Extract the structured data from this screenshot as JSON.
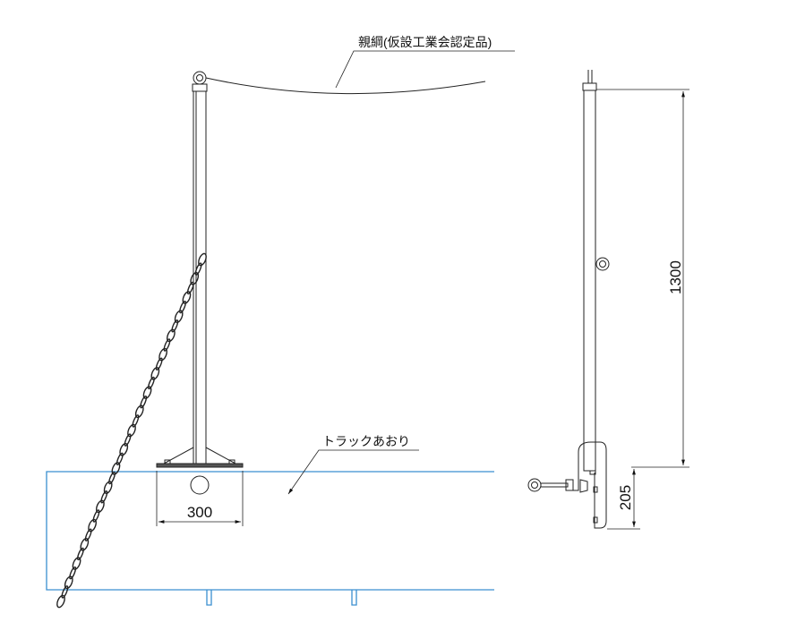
{
  "labels": {
    "rope": "親綱(仮設工業会認定品)",
    "truck_gate": "トラックあおり"
  },
  "dimensions": {
    "base_width": "300",
    "post_height": "1300",
    "clamp_height": "205"
  },
  "colors": {
    "line": "#222222",
    "truck": "#3a8fd0"
  }
}
